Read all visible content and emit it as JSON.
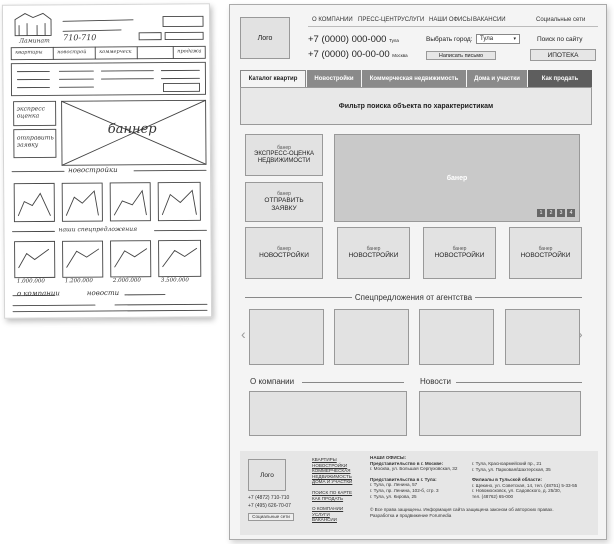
{
  "sketch": {
    "logo": "Ламинат",
    "header_words": [
      "квартиры",
      "новострой",
      "коммерческ",
      "продажа"
    ],
    "phone_short": "710-710",
    "banner_label": "баннер",
    "express_label": "экспресс оценка",
    "send_label": "отправить заявку",
    "new_buildings": "новостройки",
    "special_offers": "наши спецпредложения",
    "prices": [
      "1.000.000",
      "1.200.000",
      "2.000.000",
      "3.500.000"
    ],
    "about_label": "о компании",
    "news_label": "новости"
  },
  "header": {
    "logo": "Лого",
    "nav": [
      "О КОМПАНИИ",
      "ПРЕСС-ЦЕНТР",
      "УСЛУГИ",
      "НАШИ ОФИСЫ",
      "ВАКАНСИИ"
    ],
    "social": "Социальные сети",
    "phone1": "+7 (0000) 000-000",
    "phone1_city": "Тула",
    "phone2": "+7 (0000) 00-00-00",
    "phone2_city": "Москва",
    "city_label": "Выбрать город:",
    "city_value": "Тула",
    "search_label": "Поиск по сайту",
    "write_letter": "Написать письмо",
    "mortgage": "ИПОТЕКА"
  },
  "tabs": [
    "Каталог квартир",
    "Новостройки",
    "Коммерческая недвижимость",
    "Дома и участки",
    "Как продать"
  ],
  "filter_text": "Фильтр поиска объекта по характеристикам",
  "banners": {
    "small_label": "банер",
    "express": "ЭКСПРЕСС-ОЦЕНКА НЕДВИЖИМОСТИ",
    "send": "ОТПРАВИТЬ ЗАЯВКУ",
    "main": "банер",
    "slider_pages": [
      "1",
      "2",
      "3",
      "4"
    ]
  },
  "newbuild": {
    "label": "банер",
    "caption": "НОВОСТРОЙКИ"
  },
  "special_title": "Спецпредложения от агентства",
  "arrows": {
    "left": "‹",
    "right": "›"
  },
  "about_title": "О компании",
  "news_title": "Новости",
  "footer": {
    "logo": "Лого",
    "phone1": "+7 (4872) 710-710",
    "phone2": "+7 (495) 626-70-07",
    "social": "Социальные сети",
    "links1": [
      "КВАРТИРЫ",
      "НОВОСТРОЙКИ",
      "КОММЕРЧЕСКАЯ",
      "НЕДВИЖИМОСТЬ",
      "ДОМА И УЧАСТКИ"
    ],
    "links2": [
      "ПОИСК ПО КАРТЕ",
      "КАК ПРОДАТЬ"
    ],
    "links3": [
      "О КОМПАНИИ",
      "УСЛУГИ",
      "ВАКАНСИИ"
    ],
    "offices_title": "НАШИ ОФИСЫ:",
    "moscow_title": "Представительство в г. Москве:",
    "moscow": [
      "г. Москва, ул. Большая Серпуховская, 32"
    ],
    "tula_title": "Представительства в г. Тула:",
    "tula": [
      "г. Тула, пр. Ленина, 57",
      "г. Тула, пр. Ленина, 102-б, стр. 3",
      "г. Тула, ул. Кирова, 25"
    ],
    "tula2": [
      "г. Тула, Красноармейский пр., 21",
      "г. Тула, ул. Парковая/Шахтерская, 35"
    ],
    "region_title": "Филиалы в Тульской области:",
    "region": [
      "г. Щекино, ул. Советская, 14, тел. (48751) 5-33-55",
      "г. Новомосковск, ул. Садовского, д. 25/30,",
      "тел. (48762) 65-000"
    ],
    "copyright": "© Все права защищены. Информация сайта защищена законом об авторских правах.",
    "dev": "Разработка и продвижение Forumedia"
  }
}
